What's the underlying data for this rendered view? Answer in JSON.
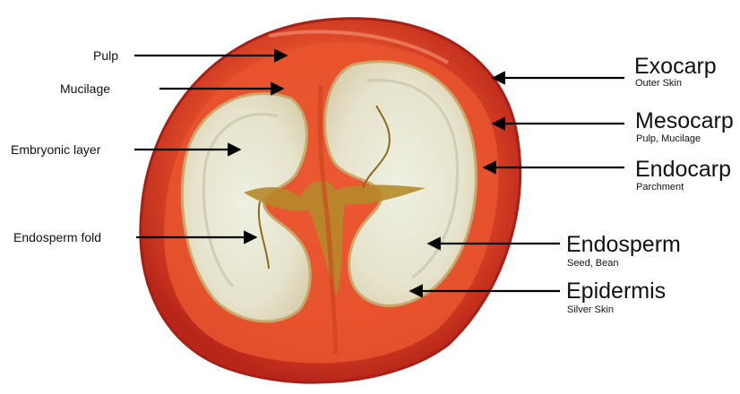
{
  "colors": {
    "skin": "#c42b1c",
    "flesh": "#e5502f",
    "bean": "#ebe7d3",
    "fold": "#9a7a1c",
    "arrow": "#000000"
  },
  "labels_left": {
    "pulp": "Pulp",
    "mucilage": "Mucilage",
    "embryonic_layer": "Embryonic layer",
    "endosperm_fold": "Endosperm fold"
  },
  "labels_right": {
    "exocarp": {
      "title": "Exocarp",
      "sub": "Outer Skin"
    },
    "mesocarp": {
      "title": "Mesocarp",
      "sub": "Pulp, Mucilage"
    },
    "endocarp": {
      "title": "Endocarp",
      "sub": "Parchment"
    },
    "endosperm": {
      "title": "Endosperm",
      "sub": "Seed, Bean"
    },
    "epidermis": {
      "title": "Epidermis",
      "sub": "Silver Skin"
    }
  }
}
